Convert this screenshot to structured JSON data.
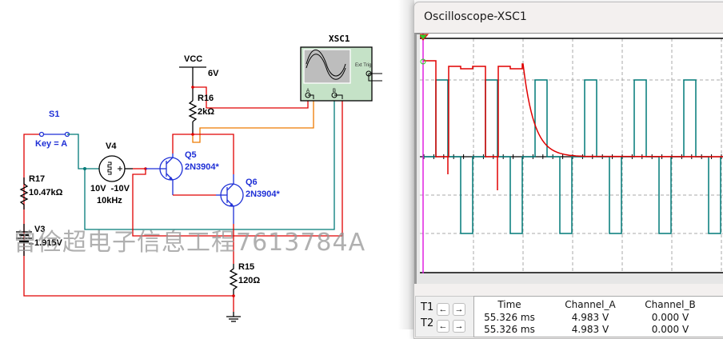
{
  "schematic": {
    "components": {
      "vcc": {
        "name": "VCC",
        "value": "6V"
      },
      "r16": {
        "name": "R16",
        "value": "2kΩ"
      },
      "s1": {
        "name": "S1",
        "key": "Key = A"
      },
      "v4": {
        "name": "V4",
        "value": "10V  -10V",
        "freq": "10kHz"
      },
      "r17": {
        "name": "R17",
        "value": "10.47kΩ"
      },
      "v3": {
        "name": "V3",
        "value": "1.915V"
      },
      "q5": {
        "name": "Q5",
        "model": "2N3904*"
      },
      "q6": {
        "name": "Q6",
        "model": "2N3904*"
      },
      "r15": {
        "name": "R15",
        "value": "120Ω"
      },
      "xsc1": {
        "name": "XSC1",
        "ext_trig": "Ext Trig",
        "ch_a": "A",
        "ch_b": "B"
      }
    },
    "watermark": "曾俭超电子信息工程7613784A",
    "colors": {
      "wire_red": "#e00000",
      "wire_teal": "#007a78",
      "wire_orange": "#ee7a00",
      "wire_blue": "#1e2fd6",
      "scope_body": "#c5e2c7"
    }
  },
  "oscilloscope": {
    "title": "Oscilloscope-XSC1",
    "colors": {
      "channel_a": "#e00000",
      "channel_b": "#007a78",
      "cursor": "#e020e0",
      "grid": "#a8a8a8"
    },
    "cursors": [
      {
        "label": "T1",
        "left": "←",
        "right": "→"
      },
      {
        "label": "T2",
        "left": "←",
        "right": "→"
      }
    ],
    "readout": {
      "headers": [
        "Time",
        "Channel_A",
        "Channel_B"
      ],
      "rows": [
        [
          "55.326 ms",
          "4.983 V",
          "0.000 V"
        ],
        [
          "55.326 ms",
          "4.983 V",
          "0.000 V"
        ]
      ]
    }
  }
}
